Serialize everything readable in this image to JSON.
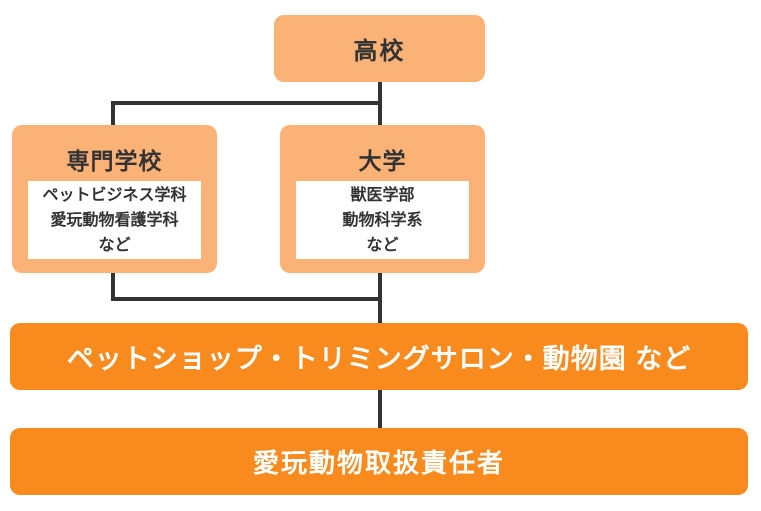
{
  "flow": {
    "highschool": {
      "label": "高校"
    },
    "vocational": {
      "title": "専門学校",
      "details": [
        "ペットビジネス学科",
        "愛玩動物看護学科",
        "など"
      ]
    },
    "university": {
      "title": "大学",
      "details": [
        "獣医学部",
        "動物科学系",
        "など"
      ]
    },
    "workplace": {
      "label": "ペットショップ・トリミングサロン・動物園 など"
    },
    "qualification": {
      "label": "愛玩動物取扱責任者"
    }
  },
  "colors": {
    "light_orange": "#FAB277",
    "dark_orange": "#F98A1E",
    "connector_line": "#333333",
    "dark_text": "#333333",
    "bar_text": "#FFFFFF",
    "inner_box_background": "#FFFFFF"
  }
}
